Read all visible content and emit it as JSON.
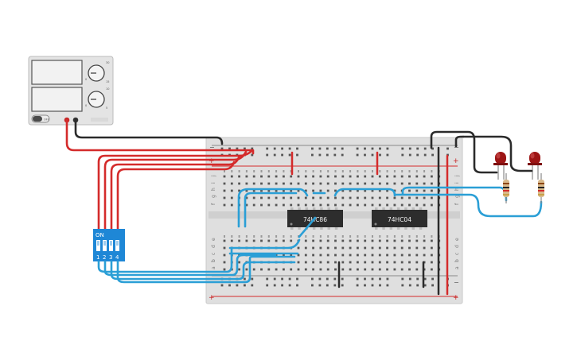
{
  "power_supply": {
    "knob1_labels": [
      "30",
      "0",
      "15"
    ],
    "knob2_labels": [
      "10",
      "0",
      "5"
    ],
    "off_label": "OFF"
  },
  "dip_switch": {
    "on_label": "ON",
    "numbers": [
      "1",
      "2",
      "3",
      "4"
    ]
  },
  "breadboard": {
    "top_rows": [
      "f",
      "g",
      "h",
      "i",
      "j"
    ],
    "bottom_rows": [
      "a",
      "b",
      "c",
      "d",
      "e"
    ],
    "plus": "+",
    "minus": "−"
  },
  "chips": {
    "chip1": "74HC86",
    "chip2": "74HC04"
  },
  "colors": {
    "red_wire": "#d42b2b",
    "blue_wire": "#2b9fd6",
    "black_wire": "#2b2b2b",
    "dip_blue": "#1e87d6",
    "led_red": "#9d1515",
    "board": "#dfdfdf"
  }
}
